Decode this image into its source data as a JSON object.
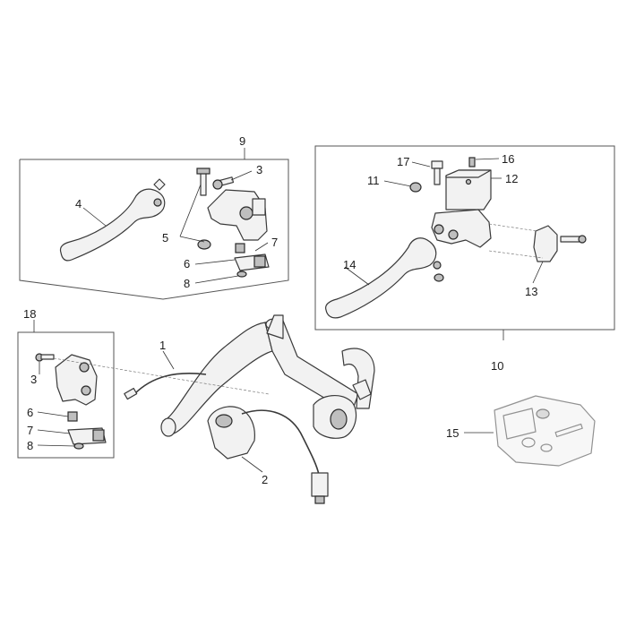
{
  "callouts": {
    "c1": "1",
    "c2": "2",
    "c3a": "3",
    "c3b": "3",
    "c4": "4",
    "c5": "5",
    "c6a": "6",
    "c6b": "6",
    "c7a": "7",
    "c7b": "7",
    "c8a": "8",
    "c8b": "8",
    "c9": "9",
    "c10": "10",
    "c11": "11",
    "c12": "12",
    "c13": "13",
    "c14": "14",
    "c15": "15",
    "c16": "16",
    "c17": "17",
    "c18": "18"
  },
  "colors": {
    "line": "#333333",
    "part_fill": "#f2f2f2",
    "shade": "#bfbfbf",
    "background": "#ffffff"
  }
}
